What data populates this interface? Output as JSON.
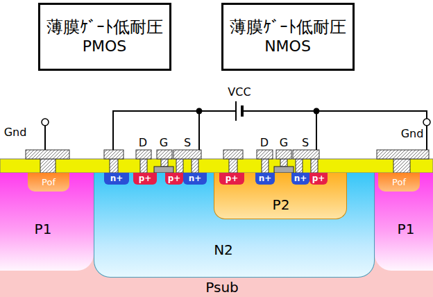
{
  "diagram": {
    "nodes": [
      {
        "text": [
          "薄膜ｹﾞｰﾄ低耐圧",
          "PMOS"
        ]
      },
      {
        "text": [
          "薄膜ｹﾞｰﾄ低耐圧",
          "NMOS"
        ]
      },
      {
        "text": [
          "Psub"
        ]
      },
      {
        "text": [
          "P1"
        ],
        "in": 2
      },
      {
        "text": [
          "Pof"
        ],
        "in": 3
      },
      {
        "text": [
          "N2"
        ],
        "in": 2
      },
      {
        "text": [
          "n+"
        ],
        "in": 5
      },
      {
        "text": [
          "p+"
        ],
        "in": 5
      },
      {
        "text": [
          "p+"
        ],
        "in": 5
      },
      {
        "text": [
          "n+"
        ],
        "in": 5
      },
      {
        "text": [
          "P2"
        ],
        "in": 5
      },
      {
        "text": [
          "p+"
        ],
        "in": 10
      },
      {
        "text": [
          "n+"
        ],
        "in": 10
      },
      {
        "text": [
          "n+"
        ],
        "in": 10
      },
      {
        "text": [
          "p+"
        ],
        "in": 10
      },
      {
        "text": [
          "P1"
        ],
        "in": 2
      },
      {
        "text": [
          "Pof"
        ],
        "in": 15
      }
    ],
    "labels": [
      "VCC",
      "Gnd",
      "D",
      "G",
      "S",
      "D",
      "G",
      "S",
      "Gnd"
    ]
  }
}
